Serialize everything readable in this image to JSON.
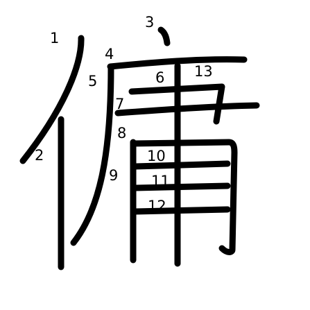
{
  "character": {
    "glyph": "傭",
    "stroke_color": "#000000",
    "background": "#ffffff"
  },
  "strokes": [
    {
      "order": "1"
    },
    {
      "order": "2"
    },
    {
      "order": "3"
    },
    {
      "order": "4"
    },
    {
      "order": "5"
    },
    {
      "order": "6"
    },
    {
      "order": "7"
    },
    {
      "order": "8"
    },
    {
      "order": "9"
    },
    {
      "order": "10"
    },
    {
      "order": "11"
    },
    {
      "order": "12"
    },
    {
      "order": "13"
    }
  ]
}
